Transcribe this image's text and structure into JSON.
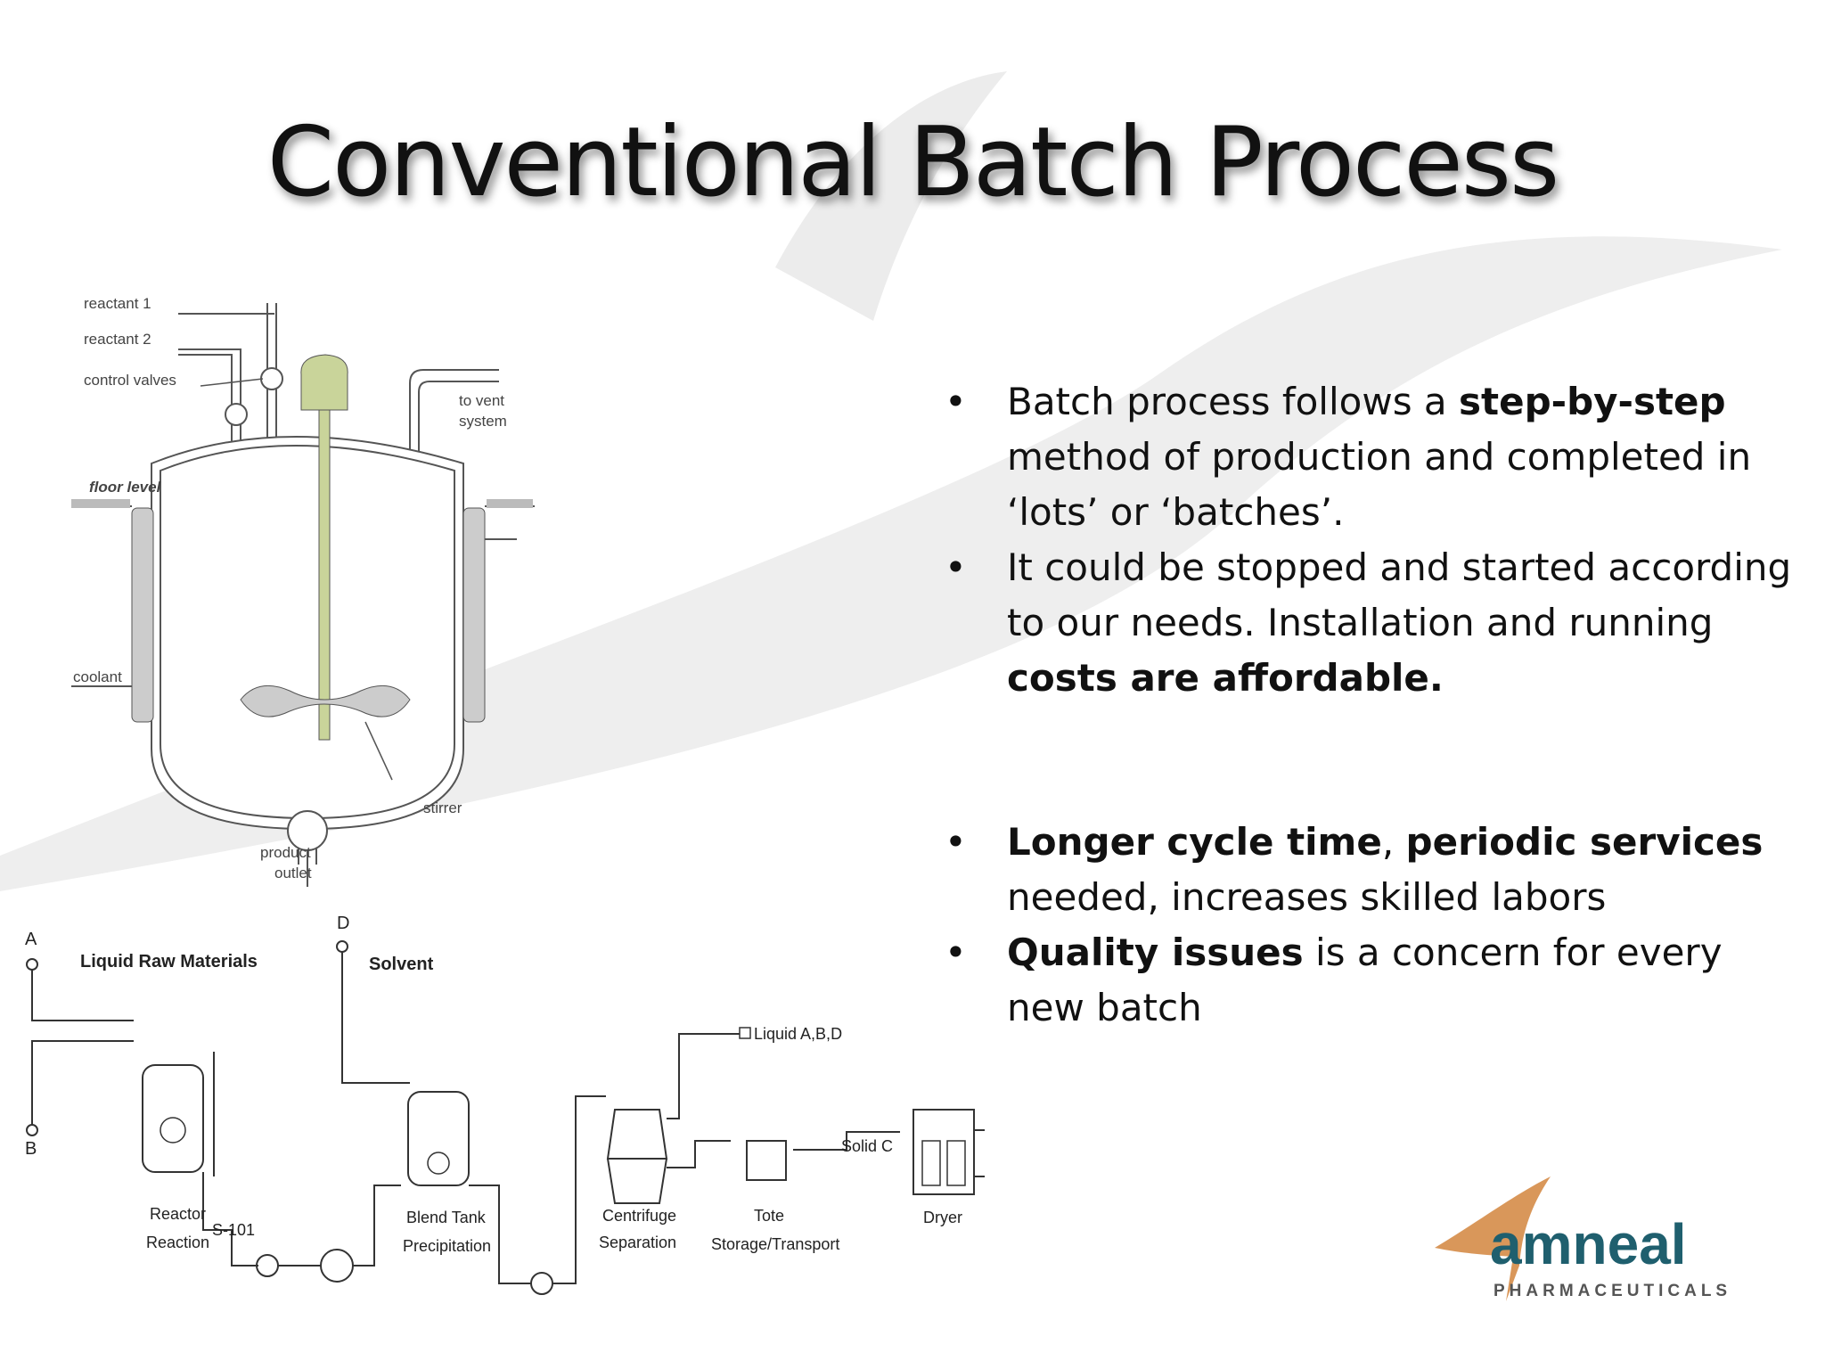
{
  "slide": {
    "title": "Conventional Batch Process",
    "bullets": [
      {
        "segments": [
          {
            "text": "Batch process follows a ",
            "bold": false
          },
          {
            "text": "step-by-step",
            "bold": true
          },
          {
            "text": " method of production and completed in ‘lots’ or ‘batches’.",
            "bold": false
          }
        ]
      },
      {
        "segments": [
          {
            "text": "It could be stopped and started according to our needs. Installation and running ",
            "bold": false
          },
          {
            "text": "costs are affordable.",
            "bold": true
          }
        ]
      },
      {
        "segments": [
          {
            "text": "Longer cycle time",
            "bold": true
          },
          {
            "text": ", ",
            "bold": false
          },
          {
            "text": "periodic services",
            "bold": true
          },
          {
            "text": " needed, increases skilled labors",
            "bold": false
          }
        ]
      },
      {
        "segments": [
          {
            "text": "Quality issues",
            "bold": true
          },
          {
            "text": " is a concern for every new batch",
            "bold": false
          }
        ]
      }
    ],
    "bullet_glyph": "•"
  },
  "reactor_diagram": {
    "labels": {
      "reactant1": "reactant 1",
      "reactant2": "reactant 2",
      "control_valves": "control valves",
      "to_vent": "to vent",
      "system": "system",
      "floor_level": "floor level",
      "coolant": "coolant",
      "stirrer": "stirrer",
      "product": "product",
      "outlet": "outlet"
    },
    "colors": {
      "stirrer": "#c9d49a",
      "jacket": "#cccccc"
    }
  },
  "flow_diagram": {
    "labels": {
      "a": "A",
      "b": "B",
      "d": "D",
      "liquid_raw": "Liquid Raw Materials",
      "solvent": "Solvent",
      "liquid_abd": "Liquid A,B,D",
      "solid_c": "Solid C",
      "reactor": "Reactor",
      "reaction": "Reaction",
      "s101": "S-101",
      "blend_tank": "Blend Tank",
      "precipitation": "Precipitation",
      "centrifuge": "Centrifuge",
      "separation": "Separation",
      "tote": "Tote",
      "storage": "Storage/Transport",
      "dryer": "Dryer"
    }
  },
  "logo": {
    "name": "amneal",
    "tagline": "PHARMACEUTICALS",
    "colors": {
      "name": "#1f5f6e",
      "swoosh": "#d9975a",
      "tagline": "#555555"
    }
  }
}
